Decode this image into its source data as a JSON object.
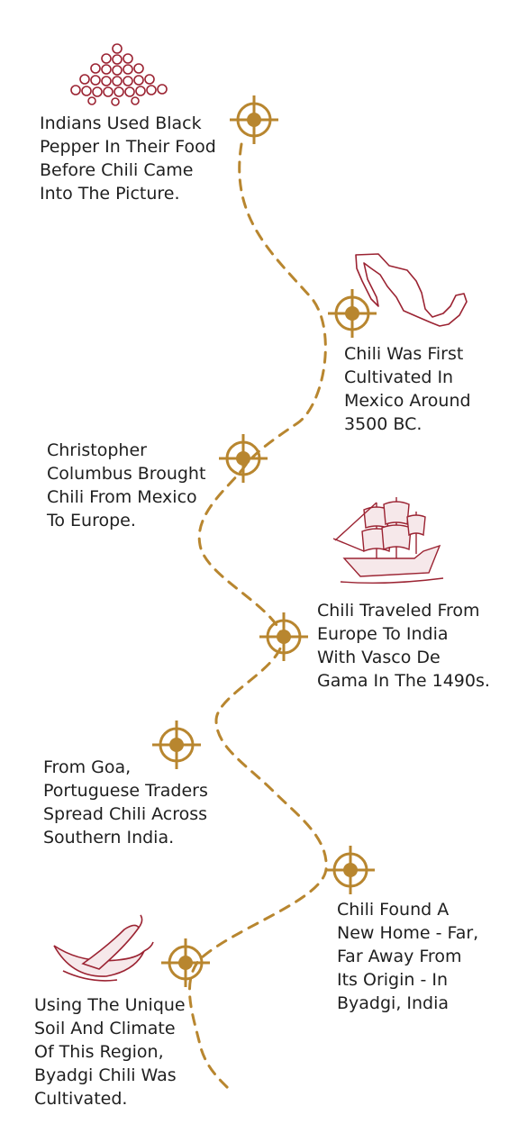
{
  "theme": {
    "accent": "#b8862f",
    "illustration": "#9b2332",
    "text": "#1f1f1f"
  },
  "steps": [
    {
      "icon": "crosshair-icon",
      "lines": [
        "Indians Used Black",
        "Pepper In Their Food",
        "Before Chili Came",
        "Into The Picture."
      ]
    },
    {
      "icon": "crosshair-icon",
      "lines": [
        "Chili Was First",
        "Cultivated In",
        "Mexico Around",
        "3500 BC."
      ]
    },
    {
      "icon": "crosshair-icon",
      "lines": [
        "Christopher",
        "Columbus Brought",
        "Chili From Mexico",
        "To Europe."
      ]
    },
    {
      "icon": "crosshair-icon",
      "lines": [
        "Chili Traveled From",
        "Europe To India",
        "With Vasco De",
        "Gama In The 1490s."
      ]
    },
    {
      "icon": "crosshair-icon",
      "lines": [
        "From Goa,",
        "Portuguese Traders",
        "Spread Chili Across",
        "Southern India."
      ]
    },
    {
      "icon": "crosshair-icon",
      "lines": [
        "Chili Found A",
        "New Home - Far,",
        "Far Away From",
        "Its Origin - In",
        "Byadgi, India"
      ]
    },
    {
      "icon": "crosshair-icon",
      "lines": [
        "Using The Unique",
        "Soil And Climate",
        "Of This Region,",
        "Byadgi Chili Was",
        "Cultivated."
      ]
    }
  ],
  "illustrations": [
    "pepper-pile-icon",
    "mexico-map-icon",
    "sailing-ship-icon",
    "chili-peppers-icon"
  ]
}
